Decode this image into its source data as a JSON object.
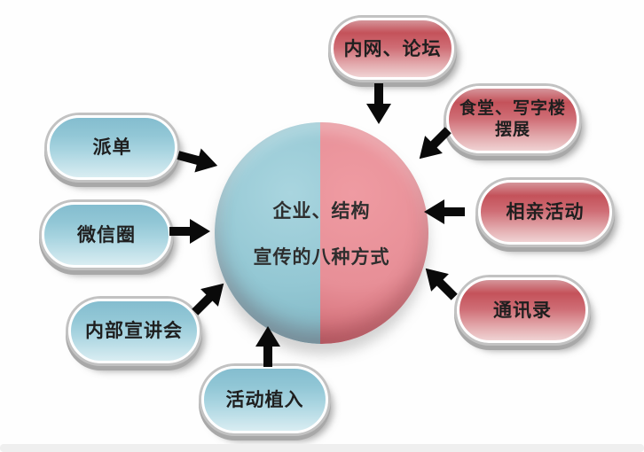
{
  "center": {
    "line1": "企业、结构",
    "line2": "宣传的八种方式",
    "left_half_color": "#93c7d3",
    "right_half_color": "#e78f97"
  },
  "nodes": [
    {
      "label": "内网、论坛",
      "color_group": "red",
      "position": "top"
    },
    {
      "label": "食堂、写字楼\n摆展",
      "color_group": "red",
      "position": "top-right"
    },
    {
      "label": "相亲活动",
      "color_group": "red",
      "position": "right"
    },
    {
      "label": "通讯录",
      "color_group": "red",
      "position": "bottom-right"
    },
    {
      "label": "派单",
      "color_group": "blue",
      "position": "left-top"
    },
    {
      "label": "微信圈",
      "color_group": "blue",
      "position": "left"
    },
    {
      "label": "内部宣讲会",
      "color_group": "blue",
      "position": "bottom-left"
    },
    {
      "label": "活动植入",
      "color_group": "blue",
      "position": "bottom"
    }
  ],
  "colors": {
    "red_pill": "#c4525a",
    "blue_pill": "#92c7d6",
    "arrow": "#0a0a0a",
    "text": "#2e2e2e",
    "bottom_strip": "#efefef"
  }
}
